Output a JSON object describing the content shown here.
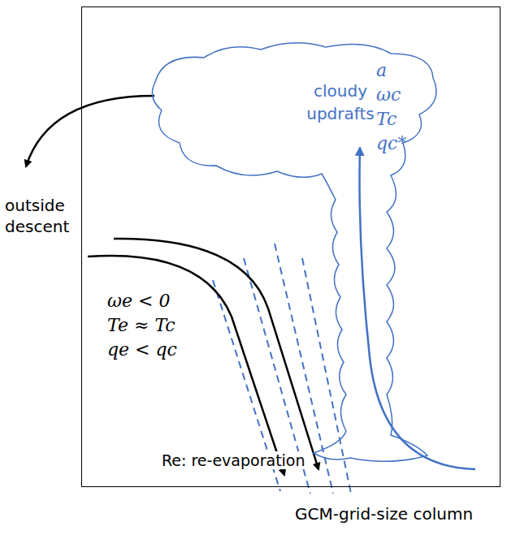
{
  "diagram": {
    "nodes": [
      {
        "text": [
          "GCM-grid-size column"
        ]
      },
      {
        "text": [
          "cloudy updrafts",
          "a",
          "ωc",
          "Tc",
          "qc*"
        ],
        "in": 0
      }
    ],
    "labels": [
      "outside descent",
      "ωe < 0",
      "Te ≈ Tc",
      "qe < qc",
      "Re: re-evaporation"
    ]
  }
}
